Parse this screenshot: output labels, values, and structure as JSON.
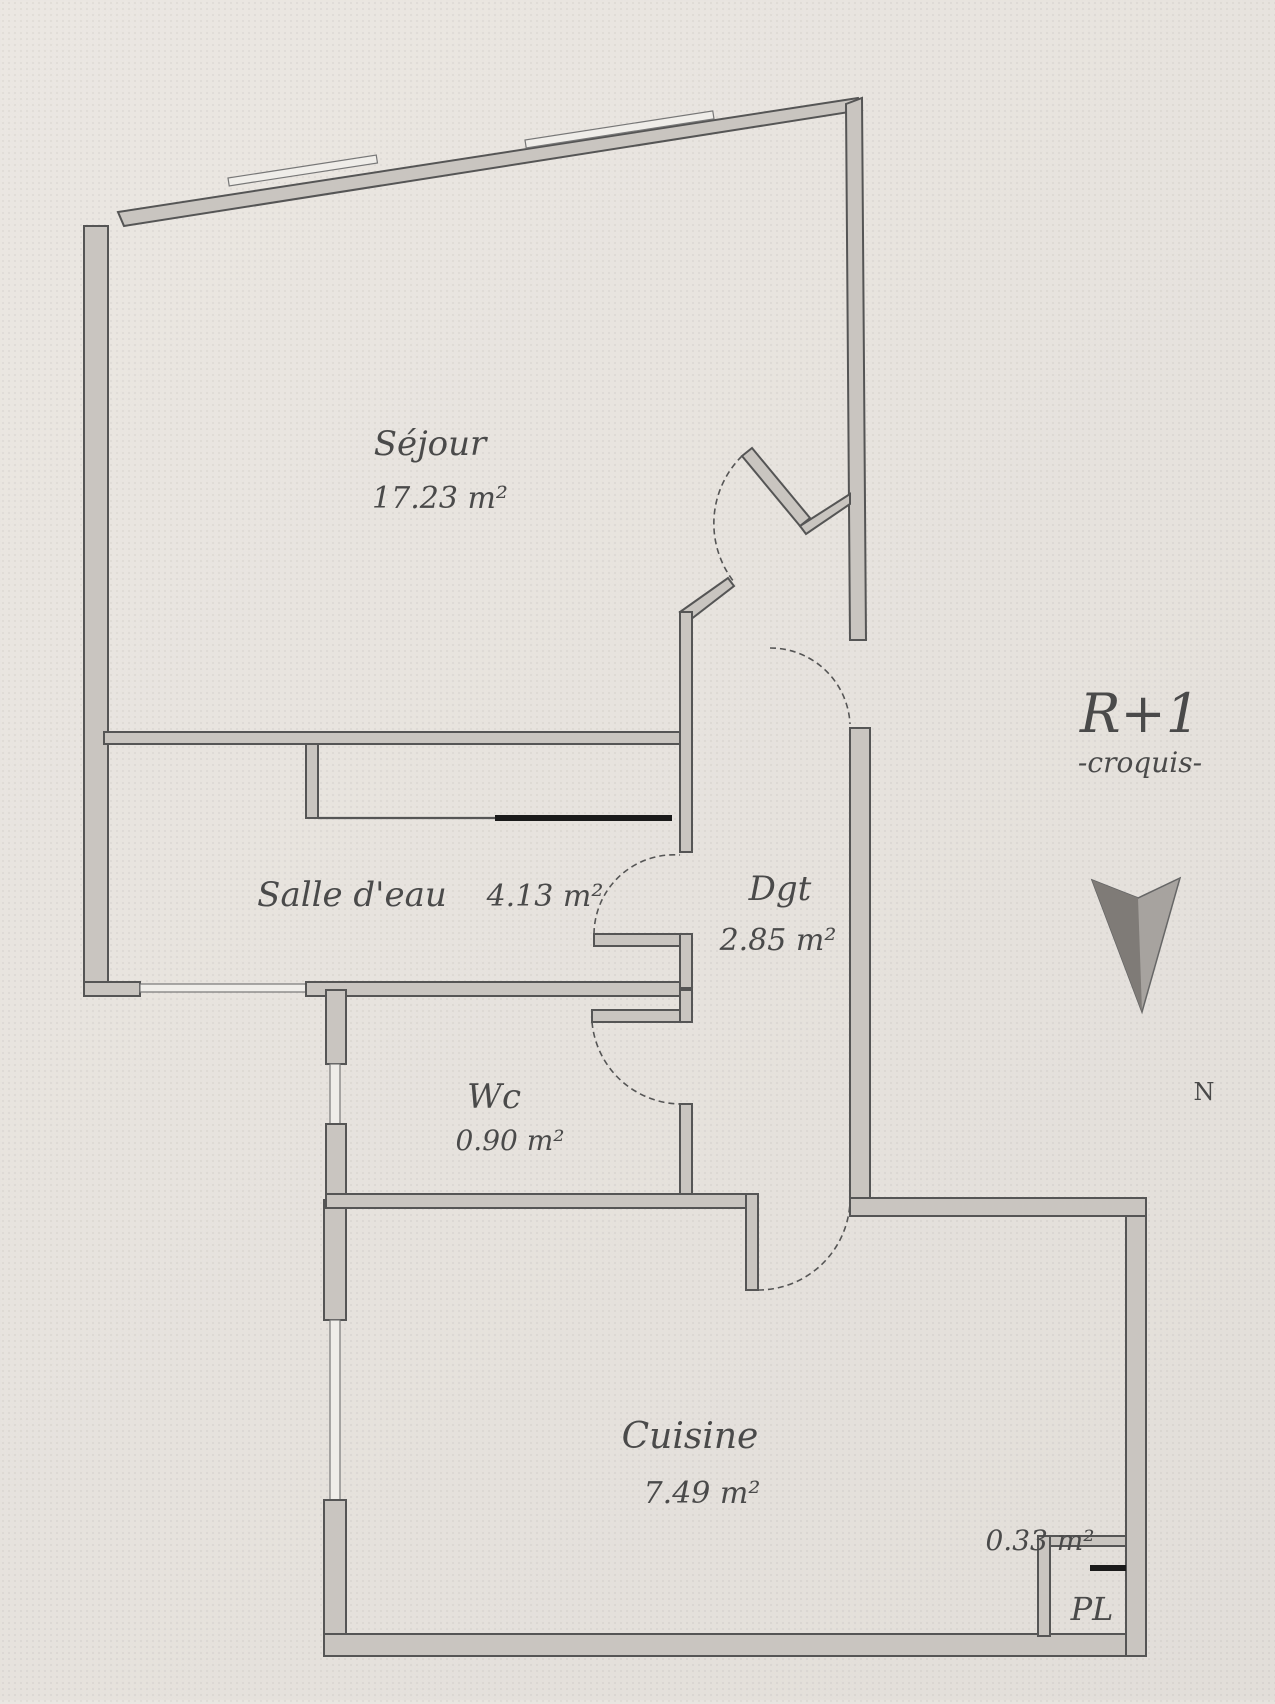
{
  "rooms": {
    "sejour": {
      "name": "Séjour",
      "area": "17.23 m²"
    },
    "salle_eau": {
      "name": "Salle d'eau",
      "area": "4.13 m²"
    },
    "dgt": {
      "name": "Dgt",
      "area": "2.85 m²"
    },
    "wc": {
      "name": "Wc",
      "area": "0.90 m²"
    },
    "cuisine": {
      "name": "Cuisine",
      "area": "7.49 m²"
    },
    "placard": {
      "name": "PL",
      "area": "0.33 m²"
    }
  },
  "level": {
    "title": "R+1",
    "subtitle": "-croquis-"
  },
  "compass": {
    "label": "N"
  }
}
